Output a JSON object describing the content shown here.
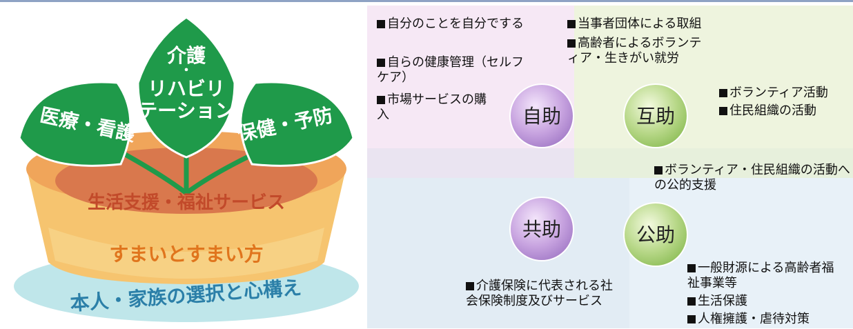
{
  "plant": {
    "leaf_left": "医療・看護",
    "leaf_center_line1": "介護",
    "leaf_center_dot": "・",
    "leaf_center_line2": "リハビリ",
    "leaf_center_line3": "テーション",
    "leaf_right": "保健・予防",
    "soil": "生活支援・福祉サービス",
    "pot": "すまいとすまい方",
    "base": "本人・家族の選択と心構え"
  },
  "quadrants": {
    "self": {
      "label": "自助",
      "items": [
        "自分のことを自分でする",
        "自らの健康管理（セルフケア）",
        "市場サービスの購入"
      ]
    },
    "mutual": {
      "label": "互助",
      "items_top": [
        "当事者団体による取組",
        "高齢者によるボランティア・生きがい就労"
      ],
      "items_right": [
        "ボランティア活動",
        "住民組織の活動"
      ],
      "item_bottom": "ボランティア・住民組織の活動への公的支援"
    },
    "shared": {
      "label": "共助",
      "items": [
        "介護保険に代表される社会保険制度及びサービス"
      ]
    },
    "public": {
      "label": "公助",
      "items": [
        "一般財源による高齢者福祉事業等",
        "生活保護",
        "人権擁護・虐待対策"
      ]
    }
  },
  "colors": {
    "leaf": "#1f9a4a",
    "soil": "#d9784d",
    "pot": "#f4bd6b",
    "base": "#bfe6ea",
    "self_bg": "#f6e8f5",
    "mutual_bg": "#eef4de",
    "shared_bg": "#e2ecf4",
    "public_bg": "#e8f1f8"
  }
}
